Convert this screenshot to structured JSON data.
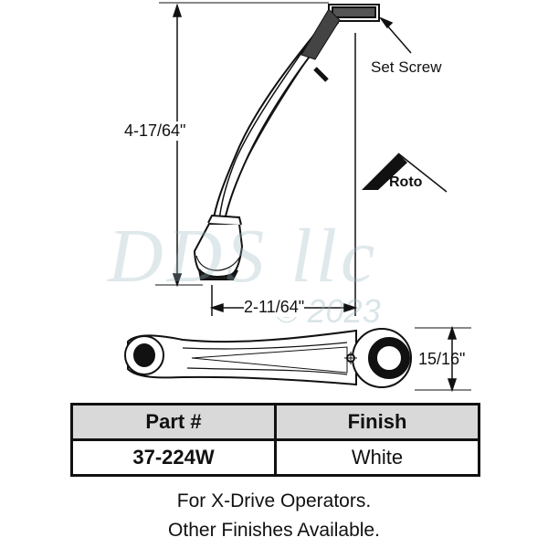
{
  "drawing": {
    "dimensions": {
      "handle_height": "4-17/64\"",
      "handle_reach": "2-11/64\"",
      "base_width": "15/16\""
    },
    "callouts": {
      "set_screw": "Set Screw"
    },
    "brand": {
      "name": "Roto"
    },
    "watermark": {
      "text": "DDS llc",
      "year": "© 2023"
    }
  },
  "table": {
    "headers": {
      "part": "Part #",
      "finish": "Finish"
    },
    "rows": [
      {
        "part": "37-224W",
        "finish": "White"
      }
    ]
  },
  "notes": [
    "For X-Drive Operators.",
    "Other Finishes Available."
  ]
}
